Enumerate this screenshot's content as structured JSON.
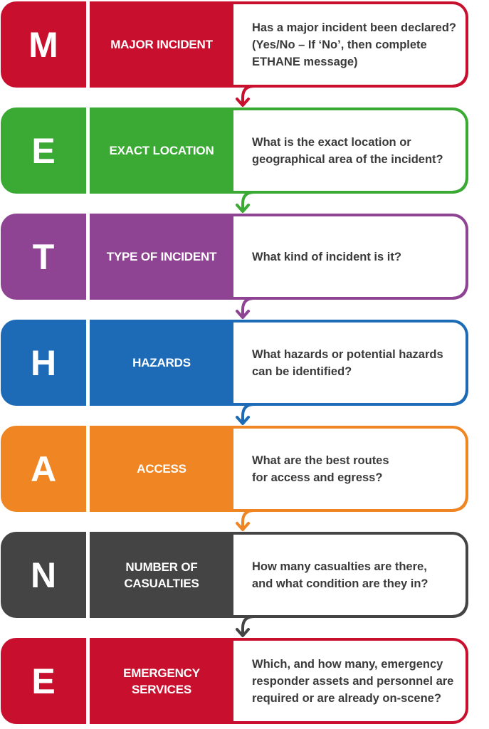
{
  "steps": [
    {
      "letter": "M",
      "label": "MAJOR INCIDENT",
      "question": "Has a major incident been declared?\n(Yes/No – If ‘No’, then complete\nETHANE message)",
      "color": "#c8102e",
      "icon": "down-arrow-icon"
    },
    {
      "letter": "E",
      "label": "EXACT LOCATION",
      "question": "What is the exact location or\ngeographical area of the incident?",
      "color": "#3aaa35",
      "icon": "down-arrow-icon"
    },
    {
      "letter": "T",
      "label": "TYPE OF INCIDENT",
      "question": "What kind of incident is it?",
      "color": "#8e4493",
      "icon": "down-arrow-icon"
    },
    {
      "letter": "H",
      "label": "HAZARDS",
      "question": "What hazards or potential hazards\ncan be identified?",
      "color": "#1d6bb6",
      "icon": "down-arrow-icon"
    },
    {
      "letter": "A",
      "label": "ACCESS",
      "question": "What are the best routes\nfor access and egress?",
      "color": "#ef8523",
      "icon": "down-arrow-icon"
    },
    {
      "letter": "N",
      "label": "NUMBER OF\nCASUALTIES",
      "question": "How many casualties are there,\nand what condition are they in?",
      "color": "#444444",
      "icon": "down-arrow-icon"
    },
    {
      "letter": "E",
      "label": "EMERGENCY\nSERVICES",
      "question": "Which, and how many, emergency\nresponder assets and personnel are\nrequired or are already on-scene?",
      "color": "#c8102e"
    }
  ]
}
